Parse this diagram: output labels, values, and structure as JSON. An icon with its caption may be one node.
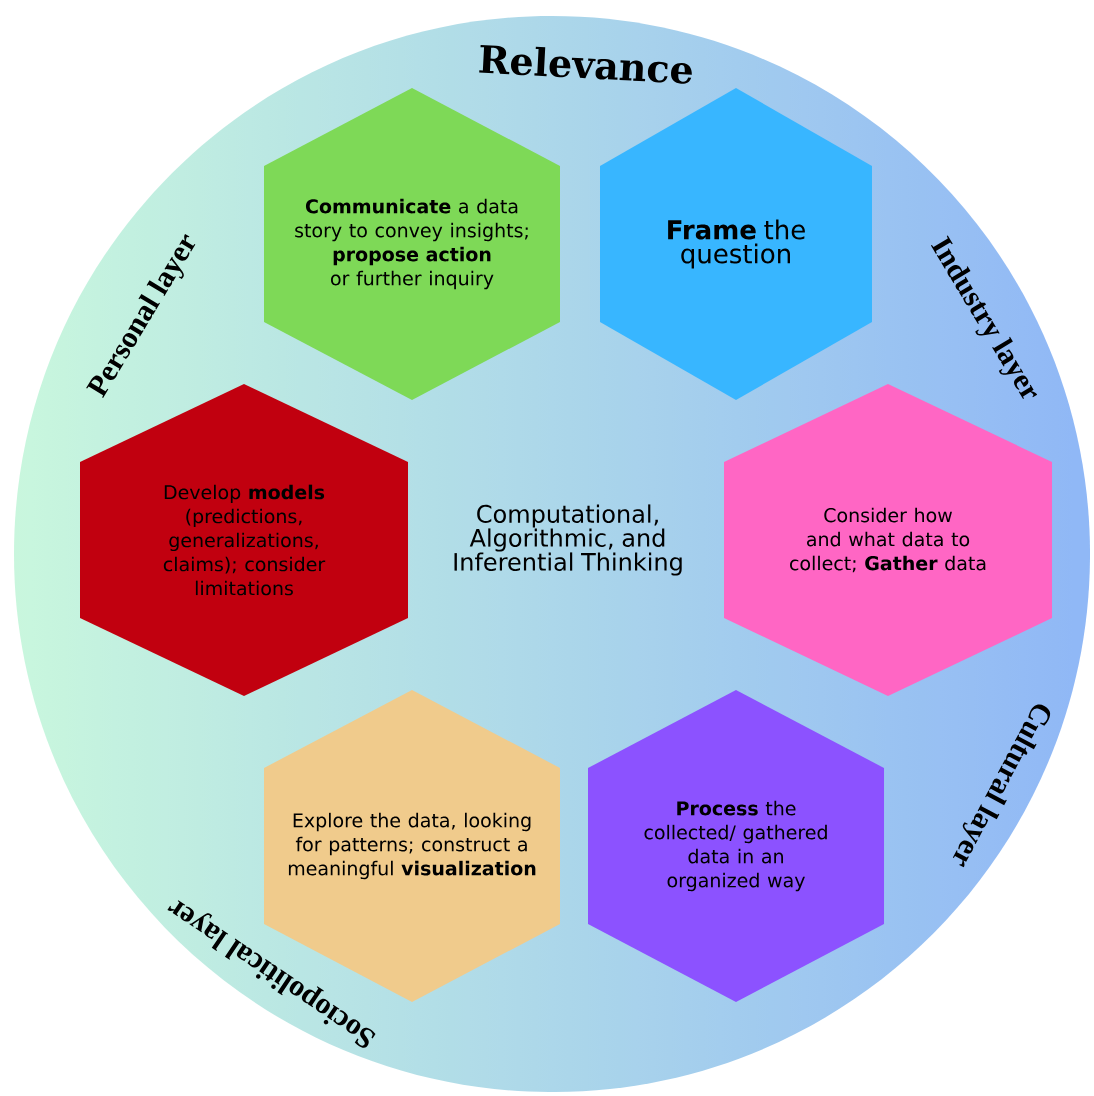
{
  "diagram": {
    "nodes": [
      {
        "text": [
          "Relevance",
          "Industry layer",
          "Cultural layer",
          "Sociopolitical layer",
          "Personal layer",
          "Computational, Algorithmic, and Inferential Thinking"
        ]
      },
      {
        "text": [
          "**Communicate** a data story to convey insights; **propose action** or further inquiry"
        ],
        "in": 0
      },
      {
        "text": [
          "**Frame** the question"
        ],
        "in": 0
      },
      {
        "text": [
          "Develop **models** (predictions, generalizations, claims); consider limitations"
        ],
        "in": 0
      },
      {
        "text": [
          "Consider how and what data to collect; **Gather** data"
        ],
        "in": 0
      },
      {
        "text": [
          "Explore the data, looking for patterns; construct a meaningful **visualization**"
        ],
        "in": 0
      },
      {
        "text": [
          "**Process** the collected/ gathered data in an organized way"
        ],
        "in": 0
      }
    ]
  }
}
